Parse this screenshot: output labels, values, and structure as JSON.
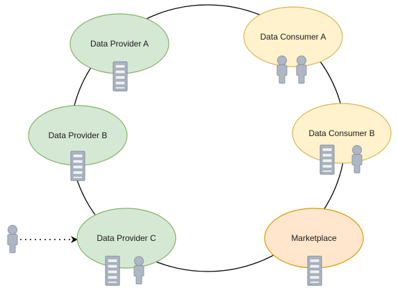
{
  "colors": {
    "provider_fill": "#d5e8d4",
    "provider_stroke": "#82b366",
    "consumer_fill": "#fff2cc",
    "consumer_stroke": "#d6b656",
    "marketplace_fill": "#ffe6cc",
    "marketplace_stroke": "#d79b00",
    "icon_fill": "#aeb7c4",
    "icon_stroke": "#8c96a3",
    "ring_stroke": "#000000"
  },
  "nodes": [
    {
      "id": "provider_a",
      "label": "Data Provider A",
      "kind": "provider",
      "icons": [
        "server-icon"
      ]
    },
    {
      "id": "provider_b",
      "label": "Data Provider B",
      "kind": "provider",
      "icons": [
        "server-icon"
      ]
    },
    {
      "id": "provider_c",
      "label": "Data Provider C",
      "kind": "provider",
      "icons": [
        "server-icon",
        "user-icon"
      ]
    },
    {
      "id": "consumer_a",
      "label": "Data Consumer A",
      "kind": "consumer",
      "icons": [
        "user-icon",
        "user-icon"
      ]
    },
    {
      "id": "consumer_b",
      "label": "Data Consumer B",
      "kind": "consumer",
      "icons": [
        "server-icon",
        "user-icon"
      ]
    },
    {
      "id": "marketplace",
      "label": "Marketplace",
      "kind": "marketplace",
      "icons": [
        "server-icon"
      ]
    }
  ],
  "external_actor": {
    "icon": "user-icon",
    "connects_to": "provider_c",
    "edge_style": "dotted-arrow"
  },
  "ring": {
    "style": "solid"
  }
}
